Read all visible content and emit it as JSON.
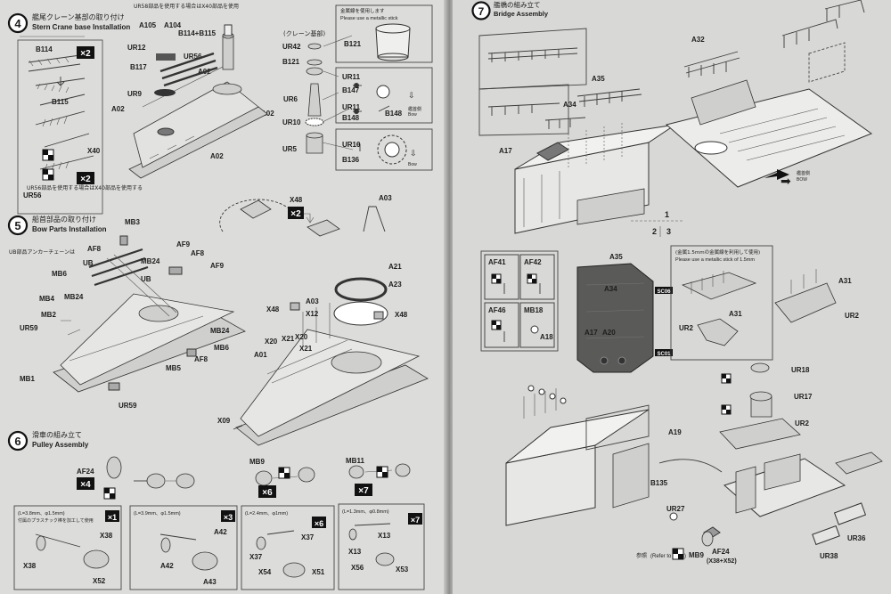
{
  "step4": {
    "num": "4",
    "jp_title": "艦尾クレーン基部の取り付け",
    "title": "Stern Crane base Installation",
    "note_ur56": "UR56部品を使用する場合はX40部品を使用する",
    "note_ur58": "UR58部品を使用する場合はX40部品を使用",
    "crane_label": "(クレーン基部)",
    "metal_note_jp": "金属線を使用します",
    "metal_note_en": "Please use a metallic stick",
    "bow_jp": "艦首側",
    "bow_en": "Bow",
    "mult_x2a": "×2",
    "mult_x2b": "×2",
    "labels": [
      "B114",
      "B115",
      "X40",
      "UR56",
      "A105",
      "A104",
      "UR12",
      "B114+B115",
      "UR56",
      "B117",
      "UR9",
      "A02",
      "A02",
      "A02",
      "A02",
      "UR42",
      "B121",
      "B121",
      "UR6",
      "UR11",
      "B147",
      "UR11",
      "B148",
      "B148",
      "UR10",
      "UR5",
      "UR10",
      "B136"
    ]
  },
  "step5": {
    "num": "5",
    "jp_title": "船首部品の取り付け",
    "title": "Bow Parts Installation",
    "note": "UB部品アンカーチェーンは",
    "mult_x2": "×2",
    "labels": [
      "X48",
      "A03",
      "MB3",
      "AF8",
      "UB",
      "AF9",
      "AF8",
      "AF9",
      "MB24",
      "MB6",
      "MB24",
      "UB",
      "MB4",
      "MB24",
      "MB2",
      "UR59",
      "MB6",
      "MB1",
      "MB5",
      "AF8",
      "UR59",
      "A21",
      "A23",
      "X48",
      "A03",
      "X12",
      "X48",
      "X20",
      "X21",
      "X20",
      "A01",
      "X21",
      "X09"
    ]
  },
  "step6": {
    "num": "6",
    "jp_title": "滑車の組み立て",
    "title": "Pulley Assembly",
    "mult": [
      "×4",
      "×6",
      "×7",
      "×1",
      "×3",
      "×6",
      "×7"
    ],
    "spec1_title": "(L=3.8mm、φ1.5mm)",
    "spec1_note": "付属のプラスチック棒を加工して使用",
    "spec2_title": "(L=3.9mm、φ1.5mm)",
    "spec3_title": "(L=2.4mm、φ1mm)",
    "spec4_title": "(L=1.3mm、φ0.8mm)",
    "labels": [
      "AF24",
      "MB9",
      "MB11",
      "X38",
      "X38",
      "X52",
      "A42",
      "A42",
      "A43",
      "X37",
      "X37",
      "X54",
      "X51",
      "X13",
      "X13",
      "X56",
      "X53"
    ]
  },
  "step7": {
    "num": "7",
    "jp_title": "艦橋の組み立て",
    "title": "Bridge Assembly",
    "metal_note_jp": "(金属1.5mmの金属線を利用して使用)",
    "metal_note_en": "Please use a metallic stick of 1.5mm",
    "bow_jp": "艦首側",
    "bow_en": "BOW",
    "split_top": "1",
    "split_left": "2",
    "split_right": "3",
    "refer_jp": "参照",
    "refer_en": "(Refer to",
    "refer_end": ")",
    "refer_part": "MB9",
    "refer_af": "AF24",
    "refer_combo": "(X38+X52)",
    "sc_tags": [
      "SC06",
      "SC01"
    ],
    "boxed_parts": [
      "AF41",
      "AF42",
      "AF46",
      "MB18",
      "A18"
    ],
    "labels": [
      "A32",
      "A35",
      "A34",
      "A17",
      "A35",
      "A34",
      "A17",
      "A20",
      "A31",
      "UR2",
      "A31",
      "UR2",
      "UR18",
      "UR17",
      "UR2",
      "A19",
      "B135",
      "UR27",
      "UR36",
      "UR38"
    ]
  }
}
